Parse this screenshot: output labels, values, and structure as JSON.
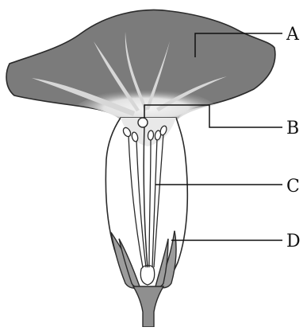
{
  "labels": {
    "a": "A",
    "b": "B",
    "c": "C",
    "d": "D"
  },
  "colors": {
    "petal": "#7b7b7b",
    "tube_inner": "#f3f3f3",
    "outline": "#2a2a2a",
    "background": "#ffffff"
  }
}
